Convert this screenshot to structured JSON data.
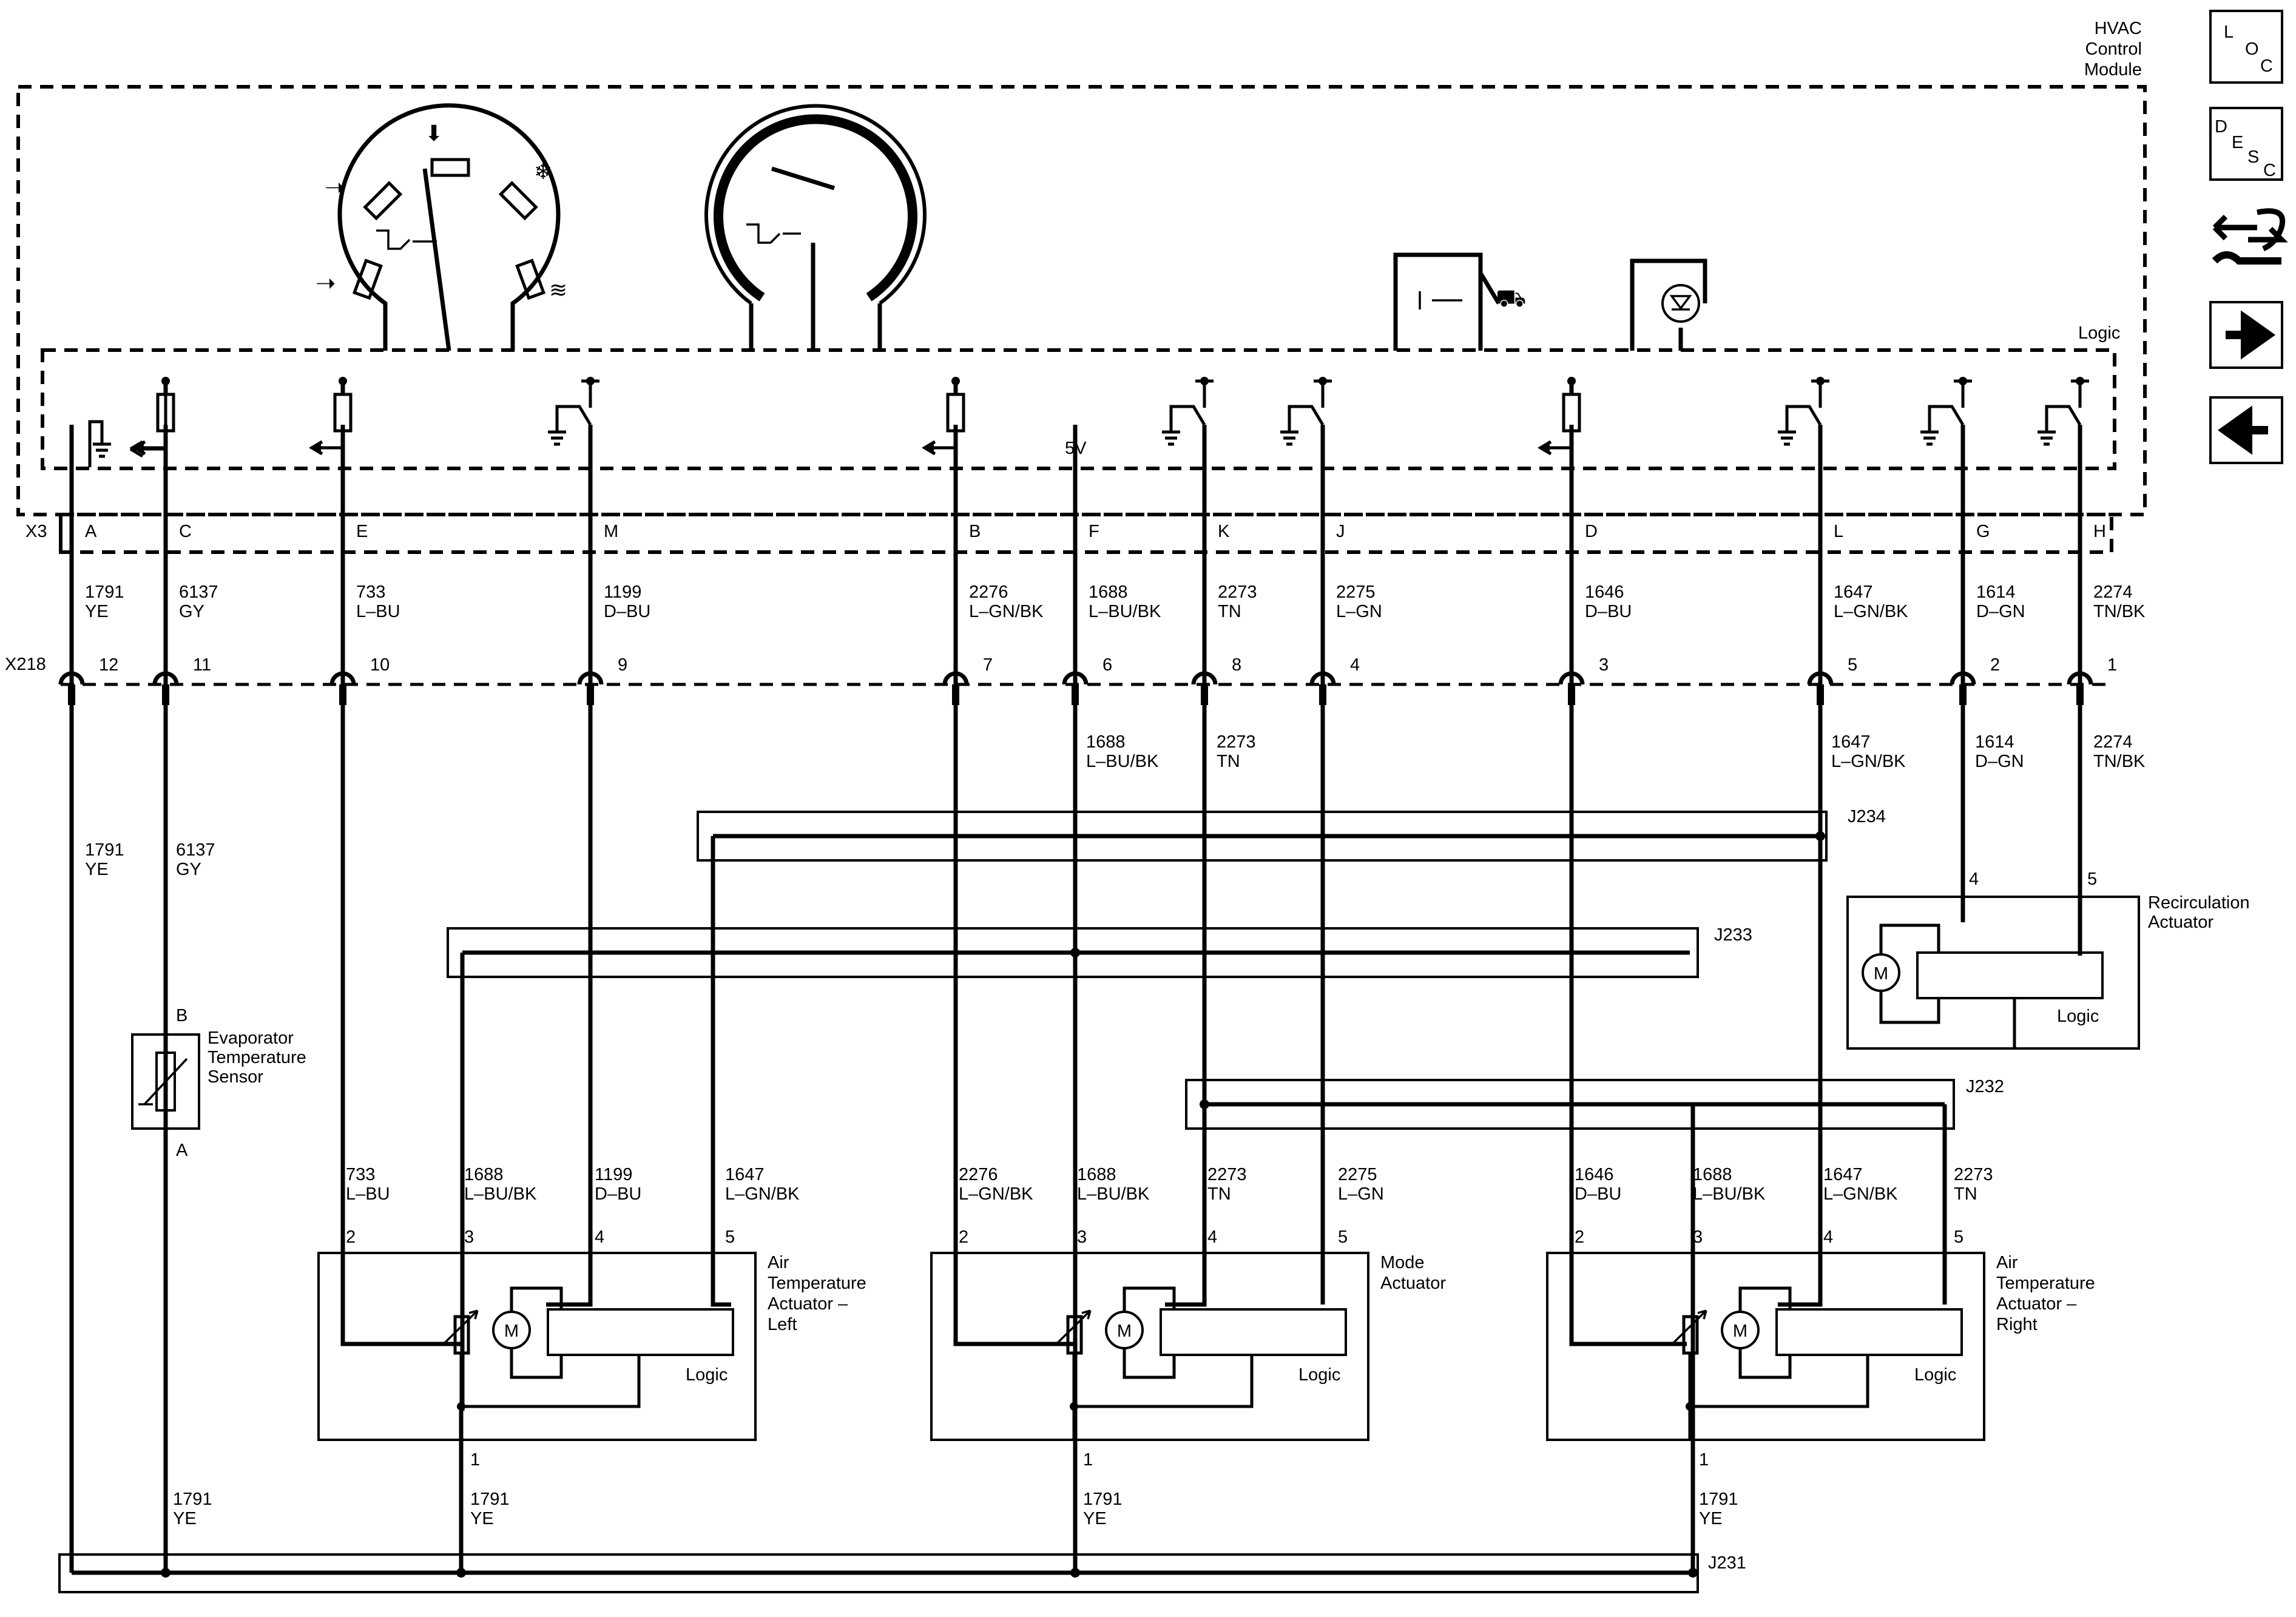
{
  "module": {
    "title": [
      "HVAC",
      "Control",
      "Module"
    ],
    "logic_label": "Logic",
    "connector": "X3"
  },
  "inline_connector": "X218",
  "voltage_label": "5V",
  "pins": [
    {
      "x3": "A",
      "x218": "12",
      "c1": "1791",
      "c2": "YE"
    },
    {
      "x3": "C",
      "x218": "11",
      "c1": "6137",
      "c2": "GY"
    },
    {
      "x3": "E",
      "x218": "10",
      "c1": "733",
      "c2": "L–BU"
    },
    {
      "x3": "M",
      "x218": "9",
      "c1": "1199",
      "c2": "D–BU"
    },
    {
      "x3": "B",
      "x218": "7",
      "c1": "2276",
      "c2": "L–GN/BK"
    },
    {
      "x3": "F",
      "x218": "6",
      "c1": "1688",
      "c2": "L–BU/BK"
    },
    {
      "x3": "K",
      "x218": "8",
      "c1": "2273",
      "c2": "TN"
    },
    {
      "x3": "J",
      "x218": "4",
      "c1": "2275",
      "c2": "L–GN"
    },
    {
      "x3": "D",
      "x218": "3",
      "c1": "1646",
      "c2": "D–BU"
    },
    {
      "x3": "L",
      "x218": "5",
      "c1": "1647",
      "c2": "L–GN/BK"
    },
    {
      "x3": "G",
      "x218": "2",
      "c1": "1614",
      "c2": "D–GN"
    },
    {
      "x3": "H",
      "x218": "1",
      "c1": "2274",
      "c2": "TN/BK"
    }
  ],
  "lower_wire_labels": [
    {
      "c1": "1791",
      "c2": "YE"
    },
    {
      "c1": "6137",
      "c2": "GY"
    },
    {
      "c1": "1688",
      "c2": "L–BU/BK"
    },
    {
      "c1": "2273",
      "c2": "TN"
    },
    {
      "c1": "1647",
      "c2": "L–GN/BK"
    },
    {
      "c1": "1614",
      "c2": "D–GN"
    },
    {
      "c1": "2274",
      "c2": "TN/BK"
    }
  ],
  "splices": [
    "J234",
    "J233",
    "J232",
    "J231"
  ],
  "evap_sensor": {
    "name": [
      "Evaporator",
      "Temperature",
      "Sensor"
    ],
    "pin_top": "B",
    "pin_bottom": "A"
  },
  "recirc_actuator": {
    "name": [
      "Recirculation",
      "Actuator"
    ],
    "pins": [
      "4",
      "5"
    ],
    "logic": "Logic",
    "motor": "M"
  },
  "actuators": [
    {
      "name": [
        "Air",
        "Temperature",
        "Actuator –",
        "Left"
      ],
      "wires": [
        {
          "c1": "733",
          "c2": "L–BU"
        },
        {
          "c1": "1688",
          "c2": "L–BU/BK"
        },
        {
          "c1": "1199",
          "c2": "D–BU"
        },
        {
          "c1": "1647",
          "c2": "L–GN/BK"
        }
      ],
      "pins": [
        "2",
        "3",
        "4",
        "5"
      ],
      "ground_pin": "1",
      "ground_wire": {
        "c1": "1791",
        "c2": "YE"
      },
      "logic": "Logic",
      "motor": "M"
    },
    {
      "name": [
        "Mode",
        "Actuator"
      ],
      "wires": [
        {
          "c1": "2276",
          "c2": "L–GN/BK"
        },
        {
          "c1": "1688",
          "c2": "L–BU/BK"
        },
        {
          "c1": "2273",
          "c2": "TN"
        },
        {
          "c1": "2275",
          "c2": "L–GN"
        }
      ],
      "pins": [
        "2",
        "3",
        "4",
        "5"
      ],
      "ground_pin": "1",
      "ground_wire": {
        "c1": "1791",
        "c2": "YE"
      },
      "logic": "Logic",
      "motor": "M"
    },
    {
      "name": [
        "Air",
        "Temperature",
        "Actuator –",
        "Right"
      ],
      "wires": [
        {
          "c1": "1646",
          "c2": "D–BU"
        },
        {
          "c1": "1688",
          "c2": "L–BU/BK"
        },
        {
          "c1": "1647",
          "c2": "L–GN/BK"
        },
        {
          "c1": "2273",
          "c2": "TN"
        }
      ],
      "pins": [
        "2",
        "3",
        "4",
        "5"
      ],
      "ground_pin": "1",
      "ground_wire": {
        "c1": "1791",
        "c2": "YE"
      },
      "logic": "Logic",
      "motor": "M"
    }
  ],
  "gnd_trunk_label": {
    "c1": "1791",
    "c2": "YE"
  },
  "side_nav": [
    {
      "name": "loc-button",
      "letters": [
        "L",
        "O",
        "C"
      ]
    },
    {
      "name": "desc-button",
      "letters": [
        "D",
        "E",
        "S",
        "C"
      ]
    },
    {
      "name": "connector-view-button",
      "icon": "connector-tool-icon"
    },
    {
      "name": "next-button",
      "icon": "arrow-right-icon"
    },
    {
      "name": "previous-button",
      "icon": "arrow-left-icon"
    }
  ]
}
